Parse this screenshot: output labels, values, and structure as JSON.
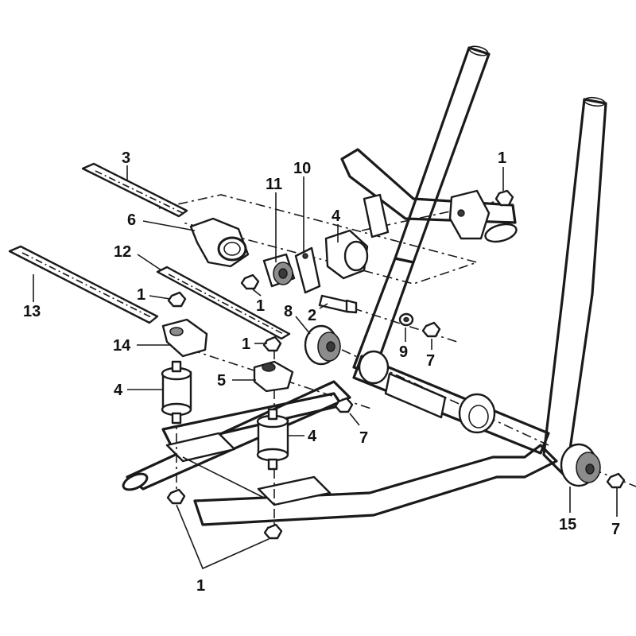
{
  "callouts": {
    "c3": "3",
    "c1_top_right": "1",
    "c10": "10",
    "c11": "11",
    "c4_top": "4",
    "c6": "6",
    "c12": "12",
    "c13": "13",
    "c1_left": "1",
    "c1_mid": "1",
    "c8": "8",
    "c2": "2",
    "c9": "9",
    "c7_top": "7",
    "c14": "14",
    "c1_center": "1",
    "c5": "5",
    "c4_left": "4",
    "c4_center": "4",
    "c7_mid": "7",
    "c15": "15",
    "c7_right": "7",
    "c1_bottom": "1"
  },
  "colors": {
    "line": "#1a1a1a",
    "rubber": "#8c8c8c",
    "background": "#ffffff"
  }
}
